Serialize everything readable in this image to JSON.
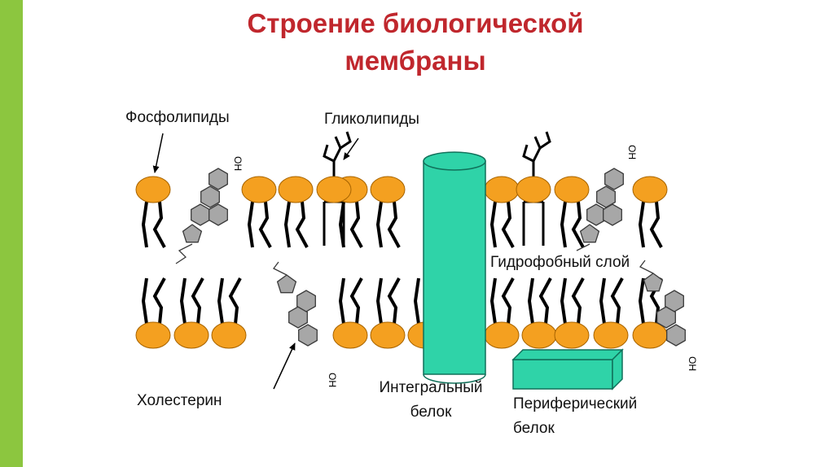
{
  "title": {
    "line1": "Строение биологической",
    "line2": "мембраны"
  },
  "labels": {
    "phospholipids": "Фосфолипиды",
    "glycolipids": "Гликолипиды",
    "hydrophobic_layer": "Гидрофобный слой",
    "cholesterol": "Холестерин",
    "integral_protein_line1": "Интегральный",
    "integral_protein_line2": "белок",
    "peripheral_protein_line1": "Периферический",
    "peripheral_protein_line2": "белок",
    "hydroxyl": "OH"
  },
  "colors": {
    "accent_bar": "#8cc63f",
    "title": "#c0272d",
    "lipid_head": "#f4a020",
    "lipid_head_stroke": "#a86400",
    "protein": "#2fd3a8",
    "protein_stroke": "#11705a",
    "sterol_ring": "#a7a7a7",
    "sterol_stroke": "#3a3a3a",
    "tail": "#000000"
  }
}
